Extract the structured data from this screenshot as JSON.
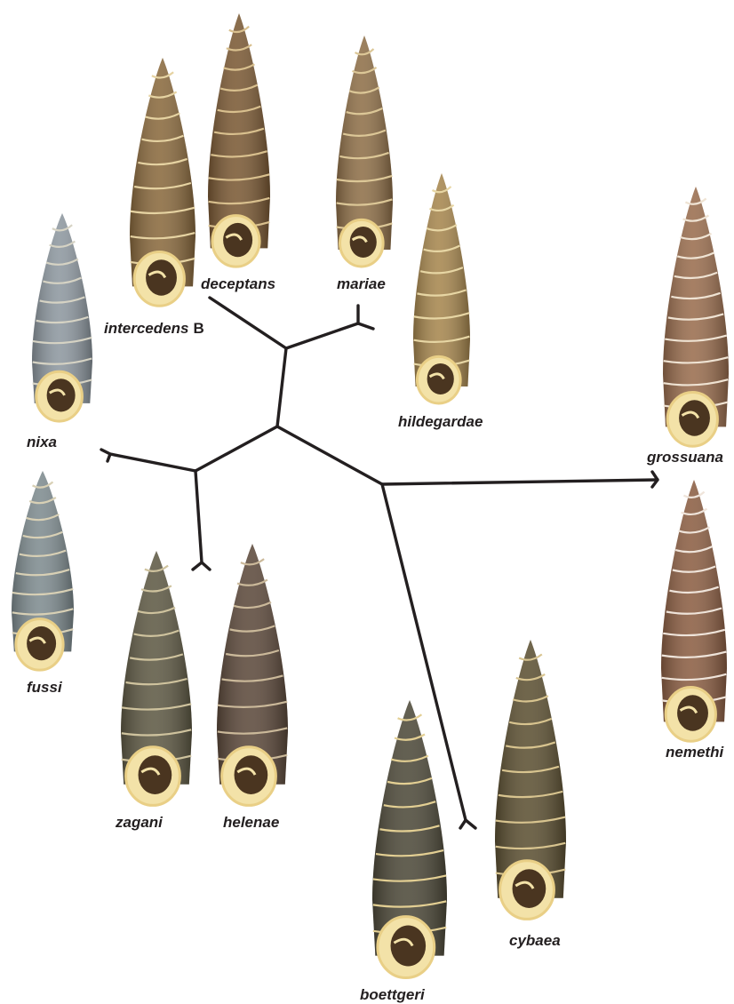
{
  "colors": {
    "background": "#ffffff",
    "tree": "#231f20",
    "aperture": "#f3e2a8",
    "aperture_rim": "#e9cf86"
  },
  "species": [
    {
      "key": "intercedens",
      "label": "intercedens",
      "suffix": "B",
      "shell_color": "#8a6a3e",
      "band_color": "#e6d3a2"
    },
    {
      "key": "deceptans",
      "label": "deceptans",
      "suffix": "",
      "shell_color": "#7b5a35",
      "band_color": "#d9c08e"
    },
    {
      "key": "mariae",
      "label": "mariae",
      "suffix": "",
      "shell_color": "#8f7049",
      "band_color": "#dcc797"
    },
    {
      "key": "hildegardae",
      "label": "hildegardae",
      "suffix": "",
      "shell_color": "#a7874f",
      "band_color": "#e7d6a4"
    },
    {
      "key": "grossuana",
      "label": "grossuana",
      "suffix": "",
      "shell_color": "#9a6e4f",
      "band_color": "#efe3d3"
    },
    {
      "key": "nixa",
      "label": "nixa",
      "suffix": "",
      "shell_color": "#8e98a0",
      "band_color": "#d6d3c4"
    },
    {
      "key": "fussi",
      "label": "fussi",
      "suffix": "",
      "shell_color": "#7f8c90",
      "band_color": "#d8d0b5"
    },
    {
      "key": "zagani",
      "label": "zagani",
      "suffix": "",
      "shell_color": "#5f5a45",
      "band_color": "#cfc39e"
    },
    {
      "key": "helenae",
      "label": "helenae",
      "suffix": "",
      "shell_color": "#5d4a3c",
      "band_color": "#cbb99a"
    },
    {
      "key": "nemethi",
      "label": "nemethi",
      "suffix": "",
      "shell_color": "#8c5f44",
      "band_color": "#efe4da"
    },
    {
      "key": "cybaea",
      "label": "cybaea",
      "suffix": "",
      "shell_color": "#5d5133",
      "band_color": "#d8c48f"
    },
    {
      "key": "boettgeri",
      "label": "boettgeri",
      "suffix": "",
      "shell_color": "#4e4a3a",
      "band_color": "#e3cf93"
    }
  ]
}
